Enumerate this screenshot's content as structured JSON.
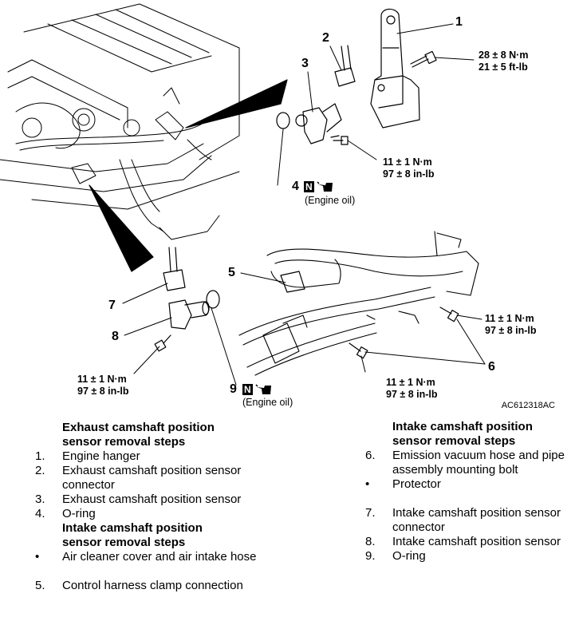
{
  "figure": {
    "callouts": [
      "1",
      "2",
      "3",
      "4",
      "5",
      "6",
      "7",
      "8",
      "9"
    ],
    "torques": {
      "engine_hanger": [
        "28 ± 8 N·m",
        "21 ± 5 ft-lb"
      ],
      "exhaust_sensor": [
        "11 ± 1 N·m",
        "97 ± 8 in-lb"
      ],
      "intake_sensor": [
        "11 ± 1 N·m",
        "97 ± 8 in-lb"
      ],
      "protector_bolt": [
        "11 ± 1 N·m",
        "97 ± 8 in-lb"
      ],
      "emission_bolt": [
        "11 ± 1 N·m",
        "97 ± 8 in-lb"
      ]
    },
    "oil_badge": "N",
    "oil_note": "(Engine oil)",
    "figure_code": "AC612318AC"
  },
  "left_column": {
    "exhaust_heading": [
      "Exhaust camshaft position",
      "sensor removal steps"
    ],
    "exhaust_steps": [
      {
        "num": "1.",
        "text": "Engine hanger"
      },
      {
        "num": "2.",
        "text": "Exhaust camshaft position sensor connector"
      },
      {
        "num": "3.",
        "text": "Exhaust camshaft position sensor"
      },
      {
        "num": "4.",
        "text": "O-ring"
      }
    ],
    "intake_heading": [
      "Intake camshaft position",
      "sensor removal steps"
    ],
    "intake_steps": [
      {
        "num": "•",
        "text": "Air cleaner cover and air intake hose"
      },
      {
        "num": "5.",
        "text": "Control harness clamp connection"
      }
    ]
  },
  "right_column": {
    "heading": [
      "Intake camshaft position",
      "sensor removal steps"
    ],
    "steps": [
      {
        "num": "6.",
        "text": "Emission vacuum hose and pipe assembly mounting bolt"
      },
      {
        "num": "•",
        "text": "Protector"
      },
      {
        "num": "7.",
        "text": "Intake camshaft position sensor connector"
      },
      {
        "num": "8.",
        "text": "Intake camshaft position sensor"
      },
      {
        "num": "9.",
        "text": "O-ring"
      }
    ]
  }
}
